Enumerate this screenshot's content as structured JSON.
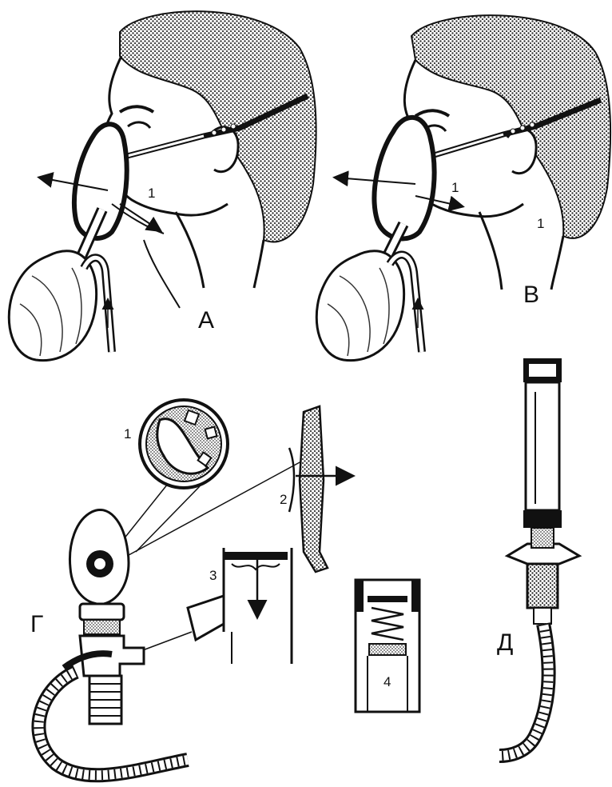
{
  "panels": {
    "a": {
      "letter": "А"
    },
    "b": {
      "letter": "В"
    },
    "g": {
      "letter": "Г"
    },
    "d": {
      "letter": "Д"
    }
  },
  "callouts": [
    "1",
    "2",
    "3",
    "4"
  ],
  "colors": {
    "ink": "#111111",
    "paper": "#ffffff",
    "hair": "#555555"
  }
}
